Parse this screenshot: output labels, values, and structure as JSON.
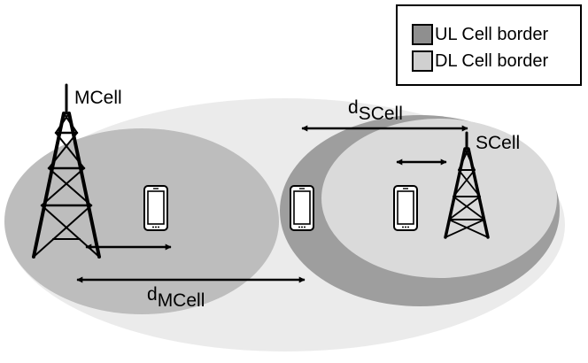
{
  "legend": {
    "ul": {
      "label": "UL Cell border",
      "color": "#8f8f8f"
    },
    "dl": {
      "label": "DL Cell border",
      "color": "#d0d0d0"
    }
  },
  "labels": {
    "macro_cell": "MCell",
    "small_cell": "SCell",
    "d_scell_base": "d",
    "d_scell_sub": "SCell",
    "d_mcell_base": "d",
    "d_mcell_sub": "MCell"
  },
  "colors": {
    "outer_region": "#ebebeb",
    "macro_ul_region": "#bdbdbd",
    "small_ul_region": "#9e9e9e",
    "small_dl_region": "#dadada"
  }
}
